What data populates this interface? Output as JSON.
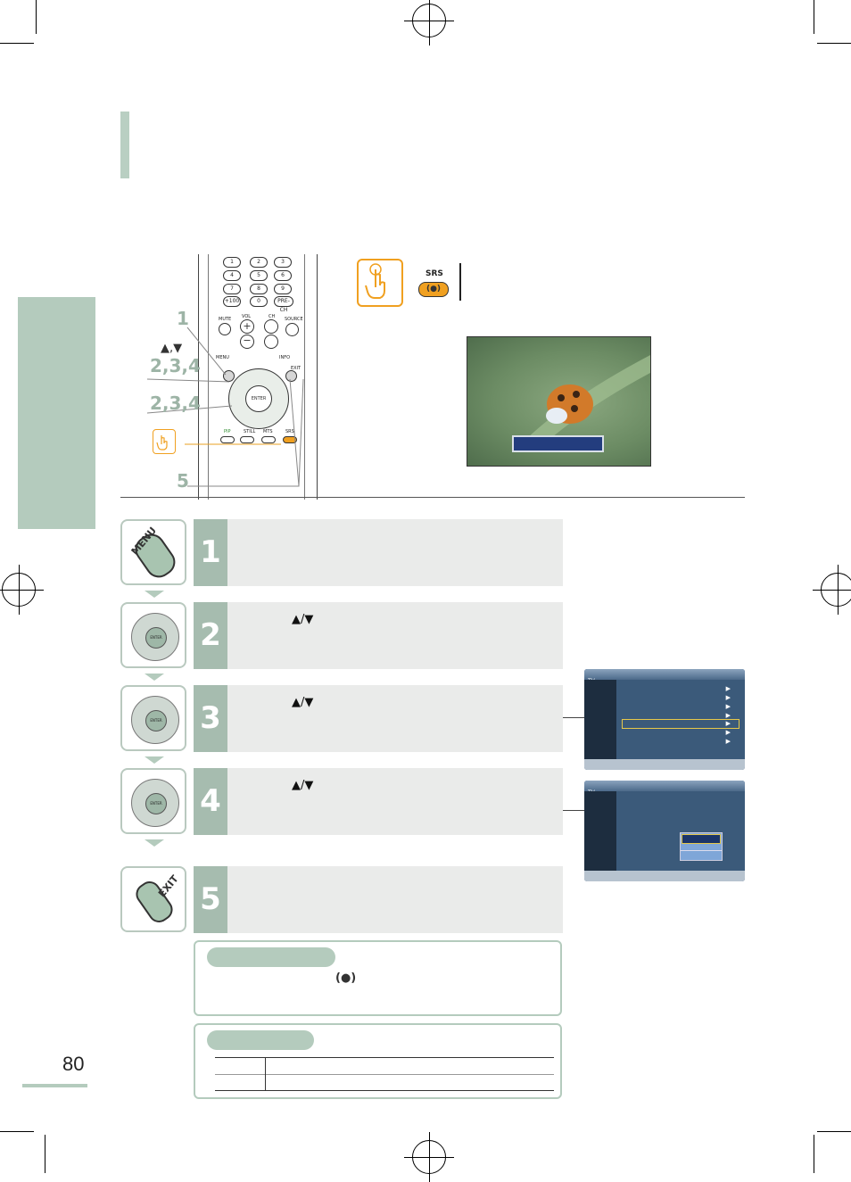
{
  "page": {
    "number": "80"
  },
  "remote": {
    "step_labels": [
      "1",
      "▲,▼",
      "2,3,4",
      "2,3,4",
      "5"
    ],
    "number_keys": [
      "1",
      "2",
      "3",
      "4",
      "5",
      "6",
      "7",
      "8",
      "9",
      "+100",
      "0",
      "PRE-CH"
    ],
    "labels": {
      "mute": "MUTE",
      "vol": "VOL",
      "ch": "CH",
      "source": "SOURCE",
      "menu": "MENU",
      "info": "INFO",
      "exit": "EXIT",
      "enter": "ENTER",
      "pip": "PIP",
      "still": "STILL",
      "mts": "MTS",
      "srs": "SRS"
    }
  },
  "srs_callout": {
    "button_label": "SRS",
    "symbol": "(●)"
  },
  "steps": [
    {
      "number": "1",
      "text": ""
    },
    {
      "number": "2",
      "text": "▲/▼"
    },
    {
      "number": "3",
      "text": "▲/▼"
    },
    {
      "number": "4",
      "text": "▲/▼"
    },
    {
      "number": "5",
      "text": ""
    }
  ],
  "step_icons": {
    "menu": "MENU",
    "enter": "ENTER",
    "exit": "EXIT"
  },
  "notes": {
    "symbol": "(●)"
  },
  "tv_menu": {
    "header": "TV"
  },
  "colors": {
    "accent": "#b4cbbd",
    "step_number_bg": "#a6bcaf",
    "menu_blue": "#3b5a7a",
    "highlight": "#e6c84a"
  }
}
